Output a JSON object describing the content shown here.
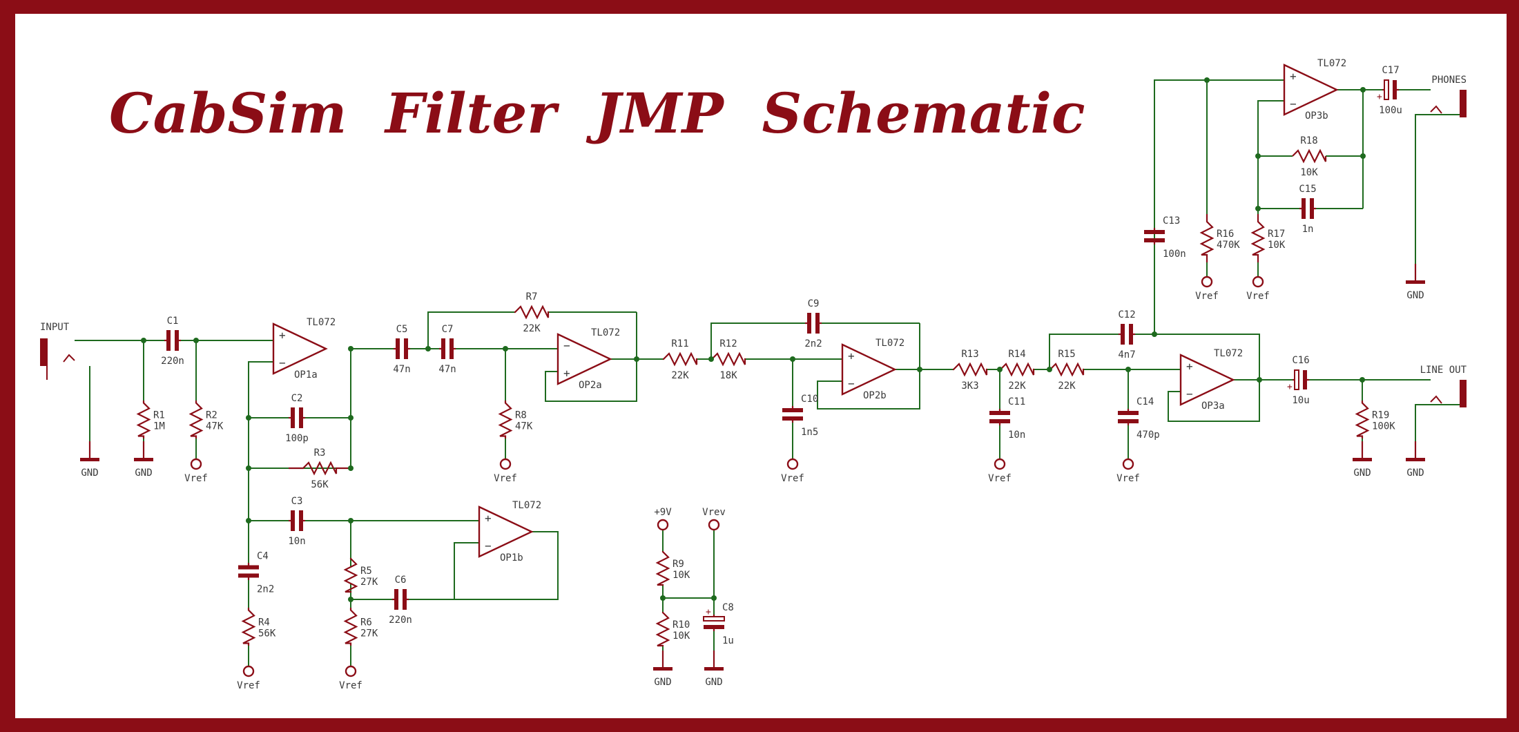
{
  "title": "CabSim  Filter  JMP  Schematic",
  "colors": {
    "frame": "#8b0d16",
    "paper": "#ffffff",
    "component": "#8b0d16",
    "wire": "#1e6a1e",
    "junction": "#1e6a1e",
    "text": "#3a3a3a",
    "title": "#8b0d16"
  },
  "connectors": {
    "input": "INPUT",
    "line_out": "LINE OUT",
    "phones": "PHONES"
  },
  "power": {
    "gnd": "GND",
    "vref": "Vref",
    "plus9v": "+9V",
    "vrev": "Vrev"
  },
  "opamps": [
    {
      "part": "TL072",
      "ref": "OP1a"
    },
    {
      "part": "TL072",
      "ref": "OP1b"
    },
    {
      "part": "TL072",
      "ref": "OP2a"
    },
    {
      "part": "TL072",
      "ref": "OP2b"
    },
    {
      "part": "TL072",
      "ref": "OP3a"
    },
    {
      "part": "TL072",
      "ref": "OP3b"
    }
  ],
  "resistors": [
    {
      "ref": "R1",
      "value": "1M"
    },
    {
      "ref": "R2",
      "value": "47K"
    },
    {
      "ref": "R3",
      "value": "56K"
    },
    {
      "ref": "R4",
      "value": "56K"
    },
    {
      "ref": "R5",
      "value": "27K"
    },
    {
      "ref": "R6",
      "value": "27K"
    },
    {
      "ref": "R7",
      "value": "22K"
    },
    {
      "ref": "R8",
      "value": "47K"
    },
    {
      "ref": "R9",
      "value": "10K"
    },
    {
      "ref": "R10",
      "value": "10K"
    },
    {
      "ref": "R11",
      "value": "22K"
    },
    {
      "ref": "R12",
      "value": "18K"
    },
    {
      "ref": "R13",
      "value": "3K3"
    },
    {
      "ref": "R14",
      "value": "22K"
    },
    {
      "ref": "R15",
      "value": "22K"
    },
    {
      "ref": "R16",
      "value": "470K"
    },
    {
      "ref": "R17",
      "value": "10K"
    },
    {
      "ref": "R18",
      "value": "10K"
    },
    {
      "ref": "R19",
      "value": "100K"
    }
  ],
  "capacitors": [
    {
      "ref": "C1",
      "value": "220n"
    },
    {
      "ref": "C2",
      "value": "100p"
    },
    {
      "ref": "C3",
      "value": "10n"
    },
    {
      "ref": "C4",
      "value": "2n2"
    },
    {
      "ref": "C5",
      "value": "47n"
    },
    {
      "ref": "C6",
      "value": "220n"
    },
    {
      "ref": "C7",
      "value": "47n"
    },
    {
      "ref": "C8",
      "value": "1u"
    },
    {
      "ref": "C9",
      "value": "2n2"
    },
    {
      "ref": "C10",
      "value": "1n5"
    },
    {
      "ref": "C11",
      "value": "10n"
    },
    {
      "ref": "C12",
      "value": "4n7"
    },
    {
      "ref": "C13",
      "value": "100n"
    },
    {
      "ref": "C14",
      "value": "470p"
    },
    {
      "ref": "C15",
      "value": "1n"
    },
    {
      "ref": "C16",
      "value": "10u"
    },
    {
      "ref": "C17",
      "value": "100u"
    }
  ]
}
